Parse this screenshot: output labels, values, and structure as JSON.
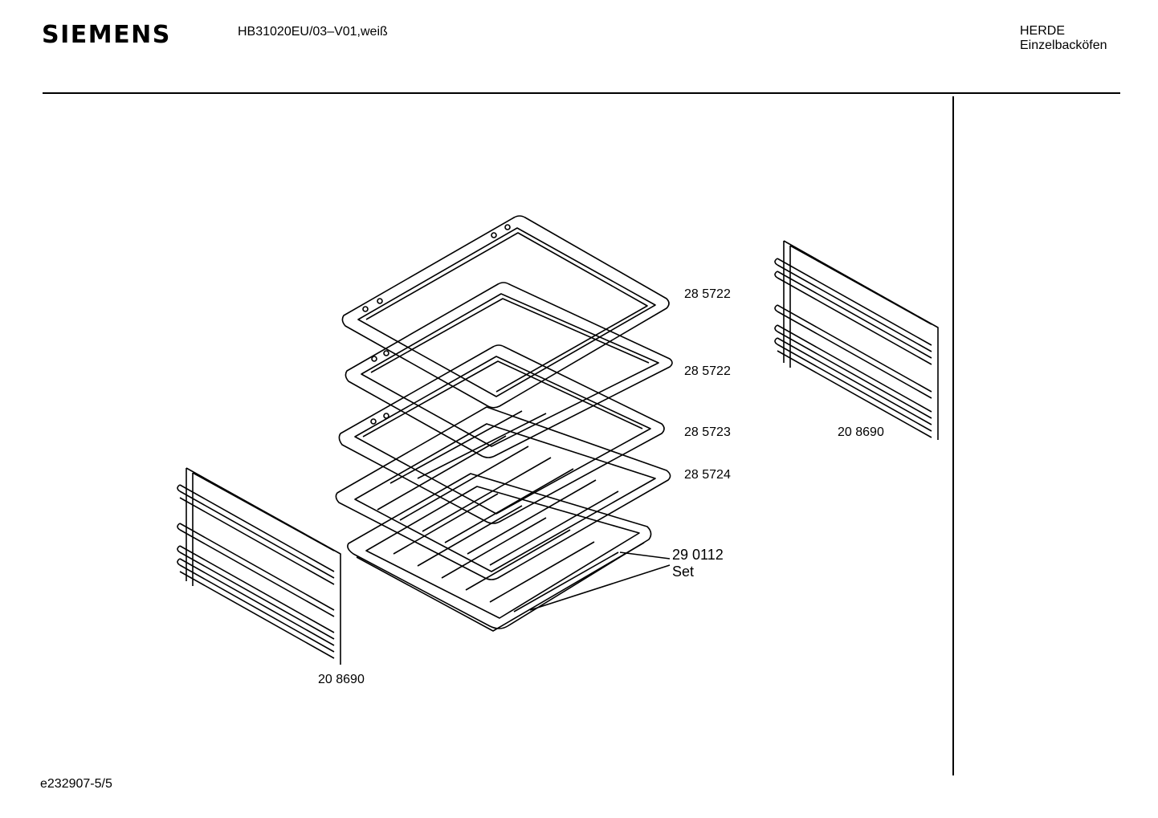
{
  "header": {
    "brand": "SIEMENS",
    "model": "HB31020EU/03–V01,weiß",
    "category": "HERDE",
    "subcategory": "Einzelbacköfen"
  },
  "footer": {
    "document_id": "e232907-5/5"
  },
  "diagram": {
    "parts": [
      {
        "id": "baking-tray-1",
        "part_no": "28 5722"
      },
      {
        "id": "baking-tray-2",
        "part_no": "28 5722"
      },
      {
        "id": "baking-tray-3",
        "part_no": "28 5723"
      },
      {
        "id": "wire-shelf",
        "part_no": "28 5724"
      },
      {
        "id": "grill-pan-set",
        "part_no": "29 0112",
        "note": "Set"
      },
      {
        "id": "side-rail-right",
        "part_no": "20 8690"
      },
      {
        "id": "side-rail-left",
        "part_no": "20 8690"
      }
    ]
  }
}
